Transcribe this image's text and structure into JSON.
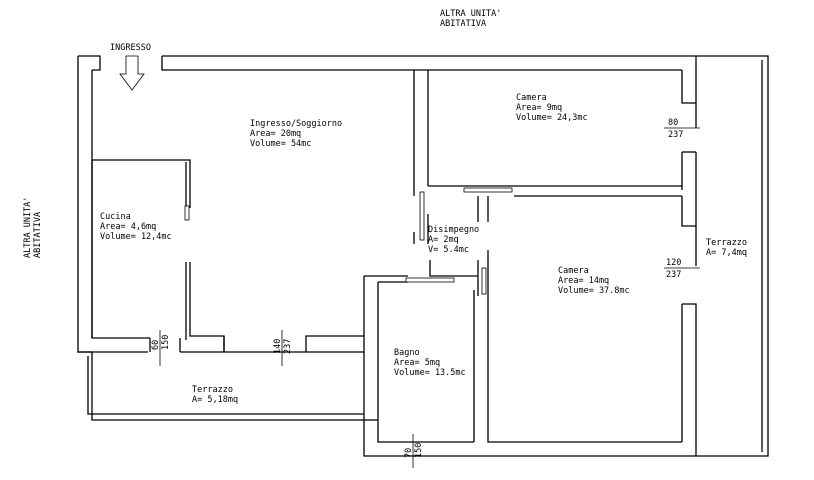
{
  "neighbors": {
    "top_line1": "ALTRA UNITA'",
    "top_line2": "ABITATIVA",
    "left_line1": "ALTRA UNITA'",
    "left_line2": "ABITATIVA"
  },
  "entrance": {
    "label": "INGRESSO"
  },
  "rooms": {
    "living": {
      "name": "Ingresso/Soggiorno",
      "area": "Area= 20mq",
      "volume": "Volume= 54mc"
    },
    "bedroom_small": {
      "name": "Camera",
      "area": "Area= 9mq",
      "volume": "Volume= 24,3mc"
    },
    "kitchen": {
      "name": "Cucina",
      "area": "Area= 4,6mq",
      "volume": "Volume= 12,4mc"
    },
    "hallway": {
      "name": "Disimpegno",
      "area": "A= 2mq",
      "volume": "V= 5.4mc"
    },
    "bedroom_large": {
      "name": "Camera",
      "area": "Area= 14mq",
      "volume": "Volume= 37.8mc"
    },
    "bathroom": {
      "name": "Bagno",
      "area": "Area= 5mq",
      "volume": "Volume= 13.5mc"
    },
    "terrace_right": {
      "name": "Terrazzo",
      "area": "A= 7,4mq"
    },
    "terrace_bottom": {
      "name": "Terrazzo",
      "area": "A= 5,18mq"
    }
  },
  "openings": {
    "window_bedroom_small": {
      "width": "80",
      "height": "237"
    },
    "window_bedroom_large": {
      "width": "120",
      "height": "237"
    },
    "window_kitchen": {
      "width": "60",
      "height": "150"
    },
    "window_living": {
      "width": "140",
      "height": "237"
    },
    "window_bathroom": {
      "width": "70",
      "height": "150"
    }
  }
}
